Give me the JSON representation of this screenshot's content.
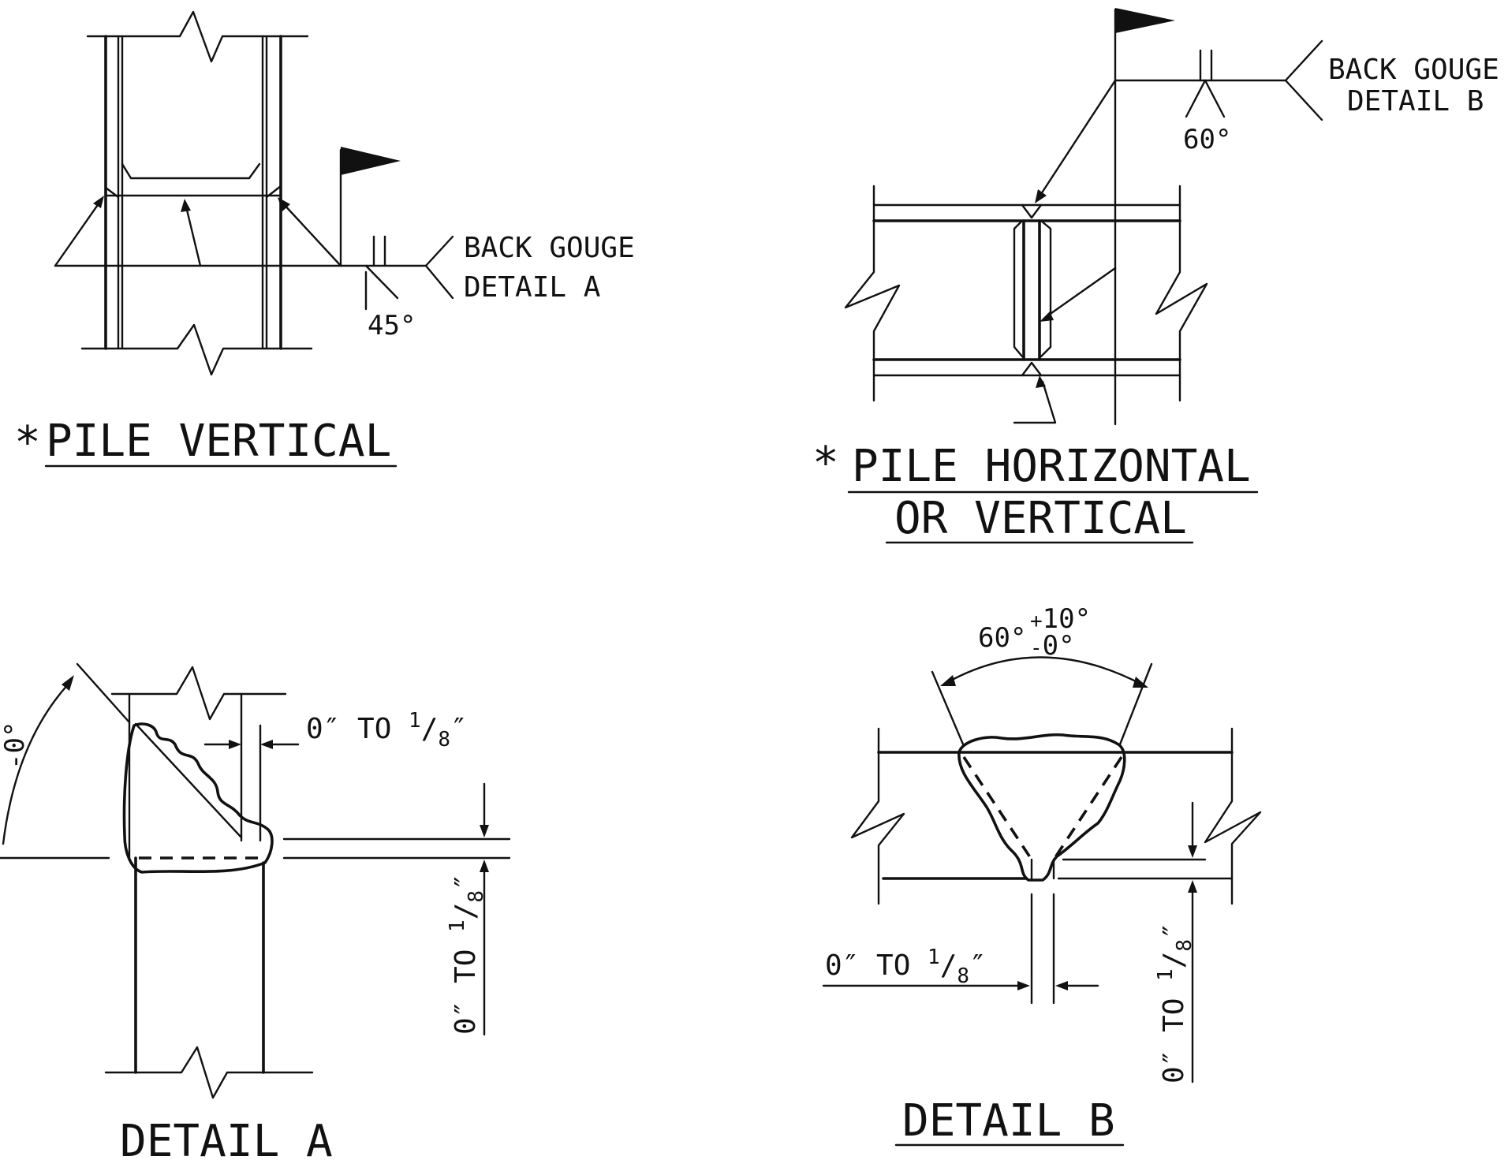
{
  "pile_vertical": {
    "star": "*",
    "title": "PILE VERTICAL",
    "angle": "45°",
    "note_line1": "BACK GOUGE",
    "note_line2": "DETAIL A"
  },
  "pile_horizontal": {
    "star": "*",
    "title_line1": "PILE HORIZONTAL",
    "title_line2": "OR VERTICAL",
    "angle": "60°",
    "note_line1": "BACK GOUGE",
    "note_line2": "DETAIL B"
  },
  "detail_a": {
    "title": "DETAIL A",
    "gap_lead": "0″ TO ",
    "gap_frac_num": "1",
    "gap_frac_slash": "/",
    "gap_frac_den": "8",
    "gap_frac_unit": "″",
    "angle_fragment": "-0°"
  },
  "detail_b": {
    "title": "DETAIL B",
    "angle_main": "60°",
    "tol_plus_sign": "+",
    "tol_plus": "10°",
    "tol_minus_sign": "-",
    "tol_minus": "0°",
    "gap_lead": "0″ TO ",
    "gap_frac_num": "1",
    "gap_frac_slash": "/",
    "gap_frac_den": "8",
    "gap_frac_unit": "″"
  }
}
